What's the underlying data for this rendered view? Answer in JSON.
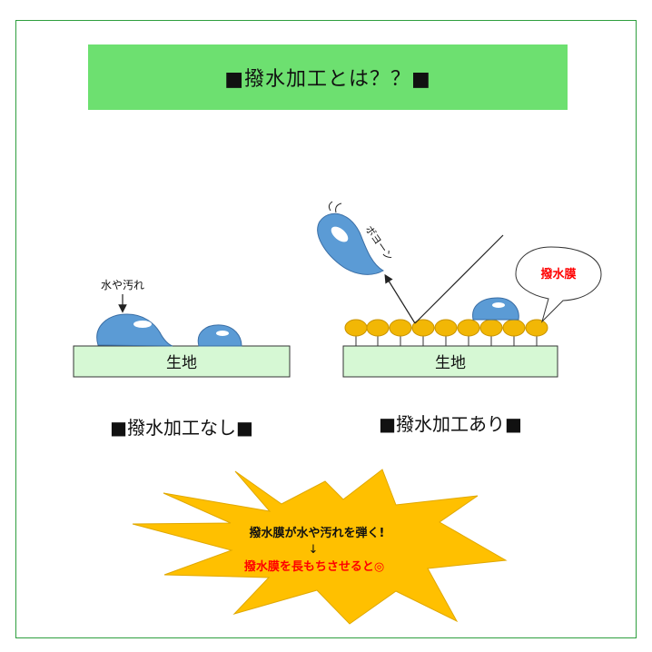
{
  "title": "■撥水加工とは？？■",
  "left_panel": {
    "label": "■撥水加工なし■",
    "dirt_label": "水や汚れ",
    "substrate_label": "生地"
  },
  "right_panel": {
    "label": "■撥水加工あり■",
    "bounce_label": "ボヨーン",
    "film_label": "撥水膜",
    "substrate_label": "生地"
  },
  "burst": {
    "line1": "撥水膜が水や汚れを弾く!",
    "arrow": "↓",
    "line2": "撥水膜を長もちさせると◎"
  },
  "colors": {
    "frame": "#2e9e3e",
    "banner": "#6de070",
    "substrate": "#d6f8d4",
    "droplet": "#5b9bd5",
    "film_bead": "#f2b705",
    "burst": "#ffc000",
    "accent_red": "#ff0000"
  }
}
